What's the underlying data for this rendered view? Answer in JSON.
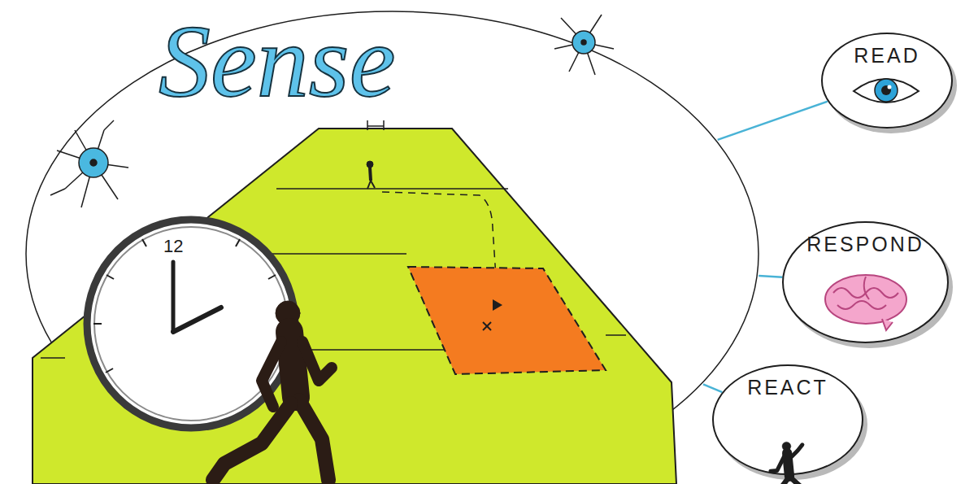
{
  "diagram": {
    "nodes": [
      {
        "text": [
          "Sense"
        ]
      },
      {
        "text": [
          "READ"
        ]
      },
      {
        "text": [
          "RESPOND"
        ]
      },
      {
        "text": [
          "REACT"
        ]
      }
    ],
    "edges": [
      {
        "from": 0,
        "to": 1,
        "arrow": "none"
      },
      {
        "from": 0,
        "to": 2,
        "arrow": "none"
      },
      {
        "from": 0,
        "to": 3,
        "arrow": "none"
      }
    ],
    "labels": [
      "12"
    ]
  }
}
